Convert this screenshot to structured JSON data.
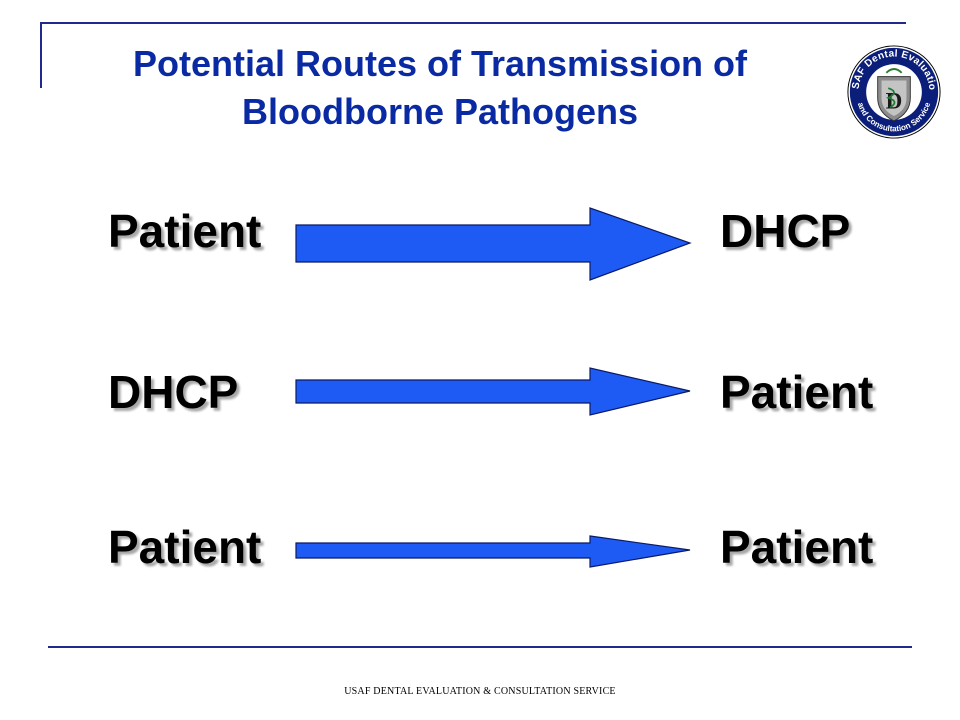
{
  "slide": {
    "title_line1": "Potential Routes of Transmission of",
    "title_line2": "Bloodborne Pathogens",
    "routes": [
      {
        "from": "Patient",
        "to": "DHCP"
      },
      {
        "from": "DHCP",
        "to": "Patient"
      },
      {
        "from": "Patient",
        "to": "Patient"
      }
    ],
    "footer": "USAF DENTAL EVALUATION & CONSULTATION SERVICE"
  },
  "logo": {
    "ring_text_top": "USAF Dental Evaluation",
    "ring_text_bottom": "and Consultation Service",
    "letter": "D"
  },
  "colors": {
    "title": "#0a2aa3",
    "rule": "#1f2a8c",
    "arrow_fill": "#1e5bf5",
    "arrow_stroke": "#0b1a66"
  }
}
